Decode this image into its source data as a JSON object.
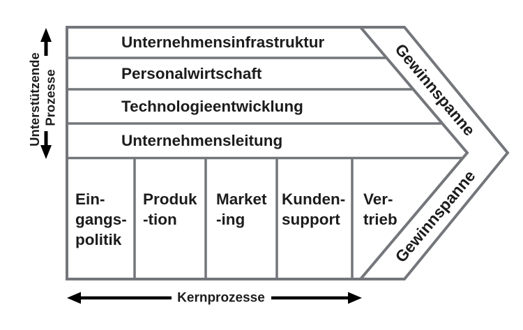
{
  "diagram": {
    "type": "value-chain",
    "support_rows": [
      "Unternehmensinfrastruktur",
      "Personalwirtschaft",
      "Technologieentwicklung",
      "Unternehmensleitung"
    ],
    "primary_columns": [
      {
        "lines": [
          "Ein-",
          "gangs-",
          "politik"
        ]
      },
      {
        "lines": [
          "Produk",
          "-tion",
          ""
        ]
      },
      {
        "lines": [
          "Market",
          "-ing",
          ""
        ]
      },
      {
        "lines": [
          "Kunden-",
          "support",
          ""
        ]
      },
      {
        "lines": [
          "Ver-",
          "trieb",
          ""
        ]
      }
    ],
    "margin_label_top": "Gewinnspanne",
    "margin_label_bottom": "Gewinnspanne",
    "left_axis_lines": [
      "Unterstützende",
      "Prozesse"
    ],
    "bottom_axis_label": "Kernprozesse"
  },
  "colors": {
    "border": "#73767a",
    "text": "#1c1c1c",
    "arrow": "#000000",
    "fill": "#ffffff",
    "background": "#ffffff"
  }
}
